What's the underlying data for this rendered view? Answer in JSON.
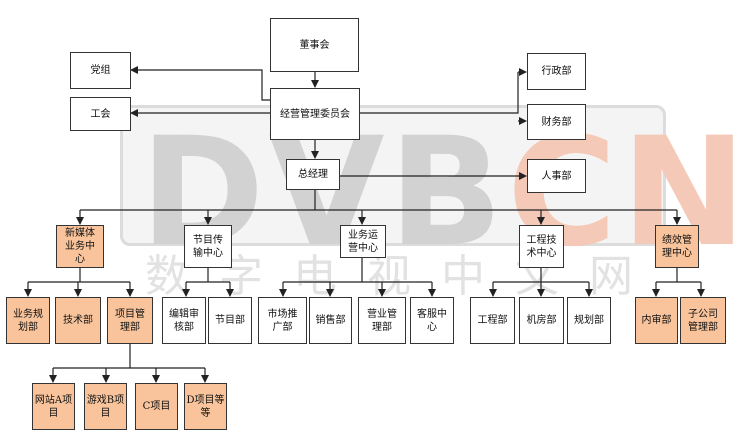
{
  "watermark": {
    "logo_left": "DVB",
    "logo_right": "CN",
    "subtitle": "数字电视中文网"
  },
  "nodes": {
    "board": "董事会",
    "party": "党组",
    "union": "工会",
    "management_committee": "经营管理委员会",
    "admin_dept": "行政部",
    "finance_dept": "财务部",
    "hr_dept": "人事部",
    "general_manager": "总经理",
    "new_media_center": "新媒体\n业务中\n心",
    "program_transmission_center": "节目传\n输中心",
    "business_operation_center": "业务运\n营中心",
    "engineering_tech_center": "工程技\n术中心",
    "performance_center": "绩效管\n理中心",
    "business_planning": "业务规\n划部",
    "tech_dept": "技术部",
    "project_management": "项目管\n理部",
    "editing_review": "编辑审\n核部",
    "program_dept": "节目部",
    "marketing_dept": "市场推\n广部",
    "sales_dept": "销售部",
    "business_management": "营业管\n理部",
    "customer_service": "客服中\n心",
    "engineering_dept": "工程部",
    "machine_room": "机房部",
    "planning_dept": "规划部",
    "audit_dept": "内审部",
    "subsidiary_management": "子公司\n管理部",
    "website_a": "网站A项\n目",
    "game_b": "游戏B项\n目",
    "project_c": "C项目",
    "project_d": "D项目等\n等"
  },
  "colors": {
    "line": "#222222",
    "box_border": "#333333",
    "box_fill": "#ffffff",
    "highlight_fill": "#f9c49b"
  }
}
